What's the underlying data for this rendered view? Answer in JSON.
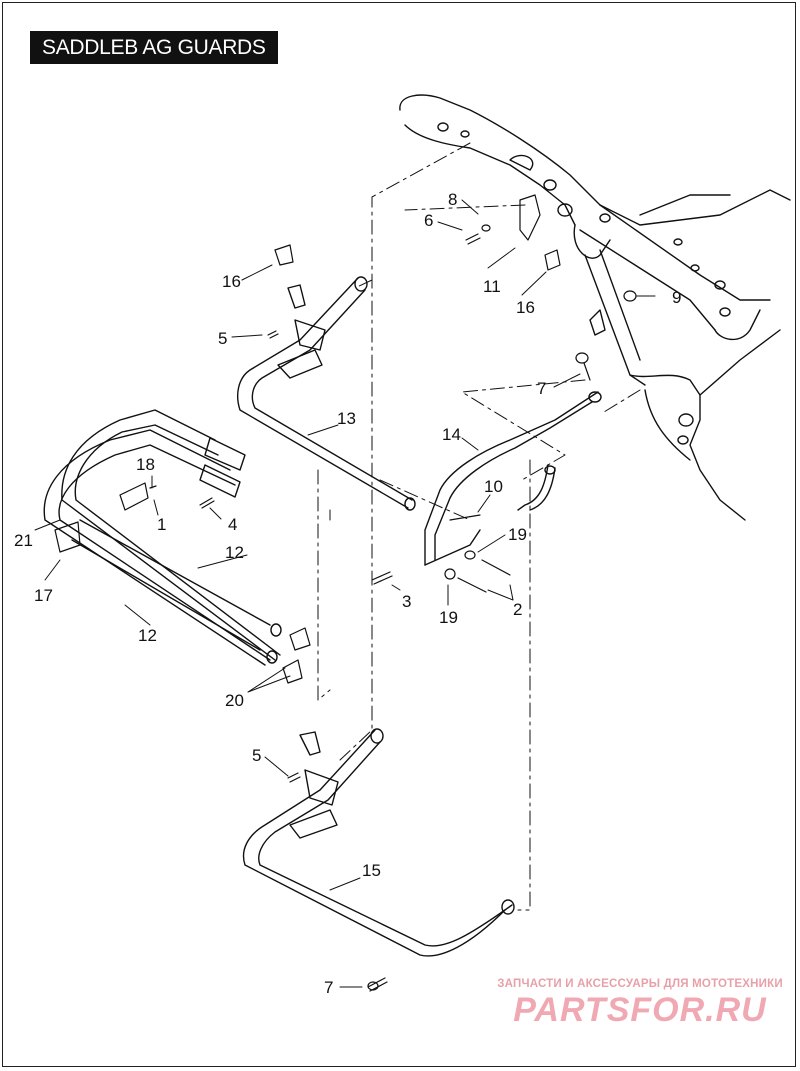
{
  "title": "SADDLEB AG GUARDS",
  "callouts": [
    {
      "id": "c1",
      "label": "1"
    },
    {
      "id": "c2",
      "label": "2"
    },
    {
      "id": "c3",
      "label": "3"
    },
    {
      "id": "c4",
      "label": "4"
    },
    {
      "id": "c5a",
      "label": "5"
    },
    {
      "id": "c5b",
      "label": "5"
    },
    {
      "id": "c6",
      "label": "6"
    },
    {
      "id": "c7a",
      "label": "7"
    },
    {
      "id": "c7b",
      "label": "7"
    },
    {
      "id": "c8",
      "label": "8"
    },
    {
      "id": "c9",
      "label": "9"
    },
    {
      "id": "c10",
      "label": "10"
    },
    {
      "id": "c11",
      "label": "11"
    },
    {
      "id": "c12a",
      "label": "12"
    },
    {
      "id": "c12b",
      "label": "12"
    },
    {
      "id": "c13",
      "label": "13"
    },
    {
      "id": "c14",
      "label": "14"
    },
    {
      "id": "c15",
      "label": "15"
    },
    {
      "id": "c16a",
      "label": "16"
    },
    {
      "id": "c16b",
      "label": "16"
    },
    {
      "id": "c17",
      "label": "17"
    },
    {
      "id": "c18",
      "label": "18"
    },
    {
      "id": "c19a",
      "label": "19"
    },
    {
      "id": "c19b",
      "label": "19"
    },
    {
      "id": "c20",
      "label": "20"
    },
    {
      "id": "c21",
      "label": "21"
    }
  ],
  "watermark": {
    "tagline": "ЗАПЧАСТИ И АКСЕССУАРЫ ДЛЯ МОТОТЕХНИКИ",
    "logo": "PARTSFOR.RU"
  },
  "colors": {
    "line": "#111111",
    "watermark": "#f0a9b3",
    "title_bg": "#111111"
  }
}
